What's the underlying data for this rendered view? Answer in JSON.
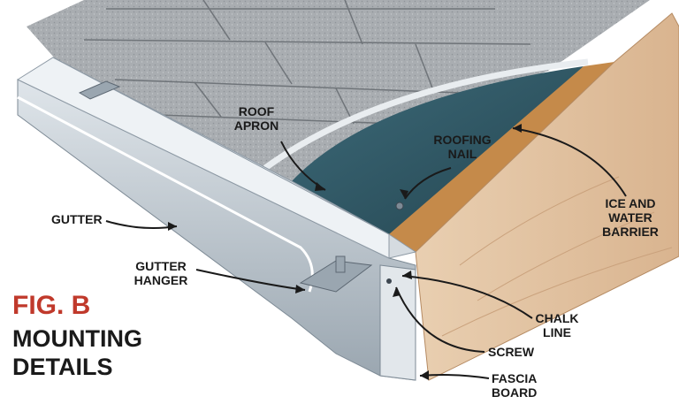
{
  "figure": {
    "fig_label": "FIG. B",
    "title_line1": "MOUNTING",
    "title_line2": "DETAILS",
    "accent_color": "#c0392b"
  },
  "labels": {
    "roof_apron": "ROOF\nAPRON",
    "roofing_nail": "ROOFING\nNAIL",
    "ice_water_barrier": "ICE AND\nWATER\nBARRIER",
    "gutter": "GUTTER",
    "gutter_hanger": "GUTTER\nHANGER",
    "chalk_line": "CHALK\nLINE",
    "screw": "SCREW",
    "fascia_board": "FASCIA\nBOARD"
  },
  "colors": {
    "shingle": "#a9adb1",
    "shingle_dark": "#7d8287",
    "barrier": "#2f5563",
    "wood": "#e8c9a8",
    "gutter_metal": "#bfc8d0",
    "gutter_shadow": "#8e9aa5"
  }
}
